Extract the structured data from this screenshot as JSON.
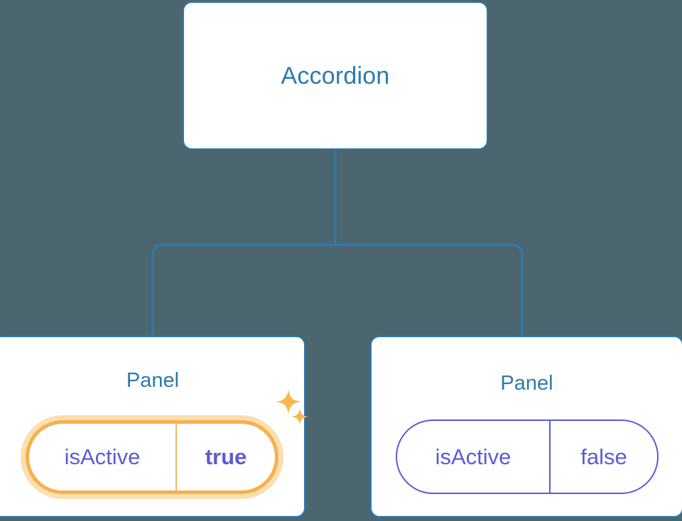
{
  "diagram": {
    "type": "component-tree",
    "background_color": "#4c6670",
    "node_border_color": "#2b7ab0",
    "node_text_color": "#2d7aad",
    "connector_color": "#2b7ab0",
    "prop_color": "#5b5bd6",
    "highlight_color": "#f5b14c",
    "highlight_glow_color": "#fbdfb0"
  },
  "root": {
    "label": "Accordion"
  },
  "panels": [
    {
      "label": "Panel",
      "highlighted": true,
      "prop": {
        "key": "isActive",
        "value": "true"
      },
      "sparkles": [
        "sparkle-icon-large",
        "sparkle-icon-small"
      ]
    },
    {
      "label": "Panel",
      "highlighted": false,
      "prop": {
        "key": "isActive",
        "value": "false"
      }
    }
  ]
}
